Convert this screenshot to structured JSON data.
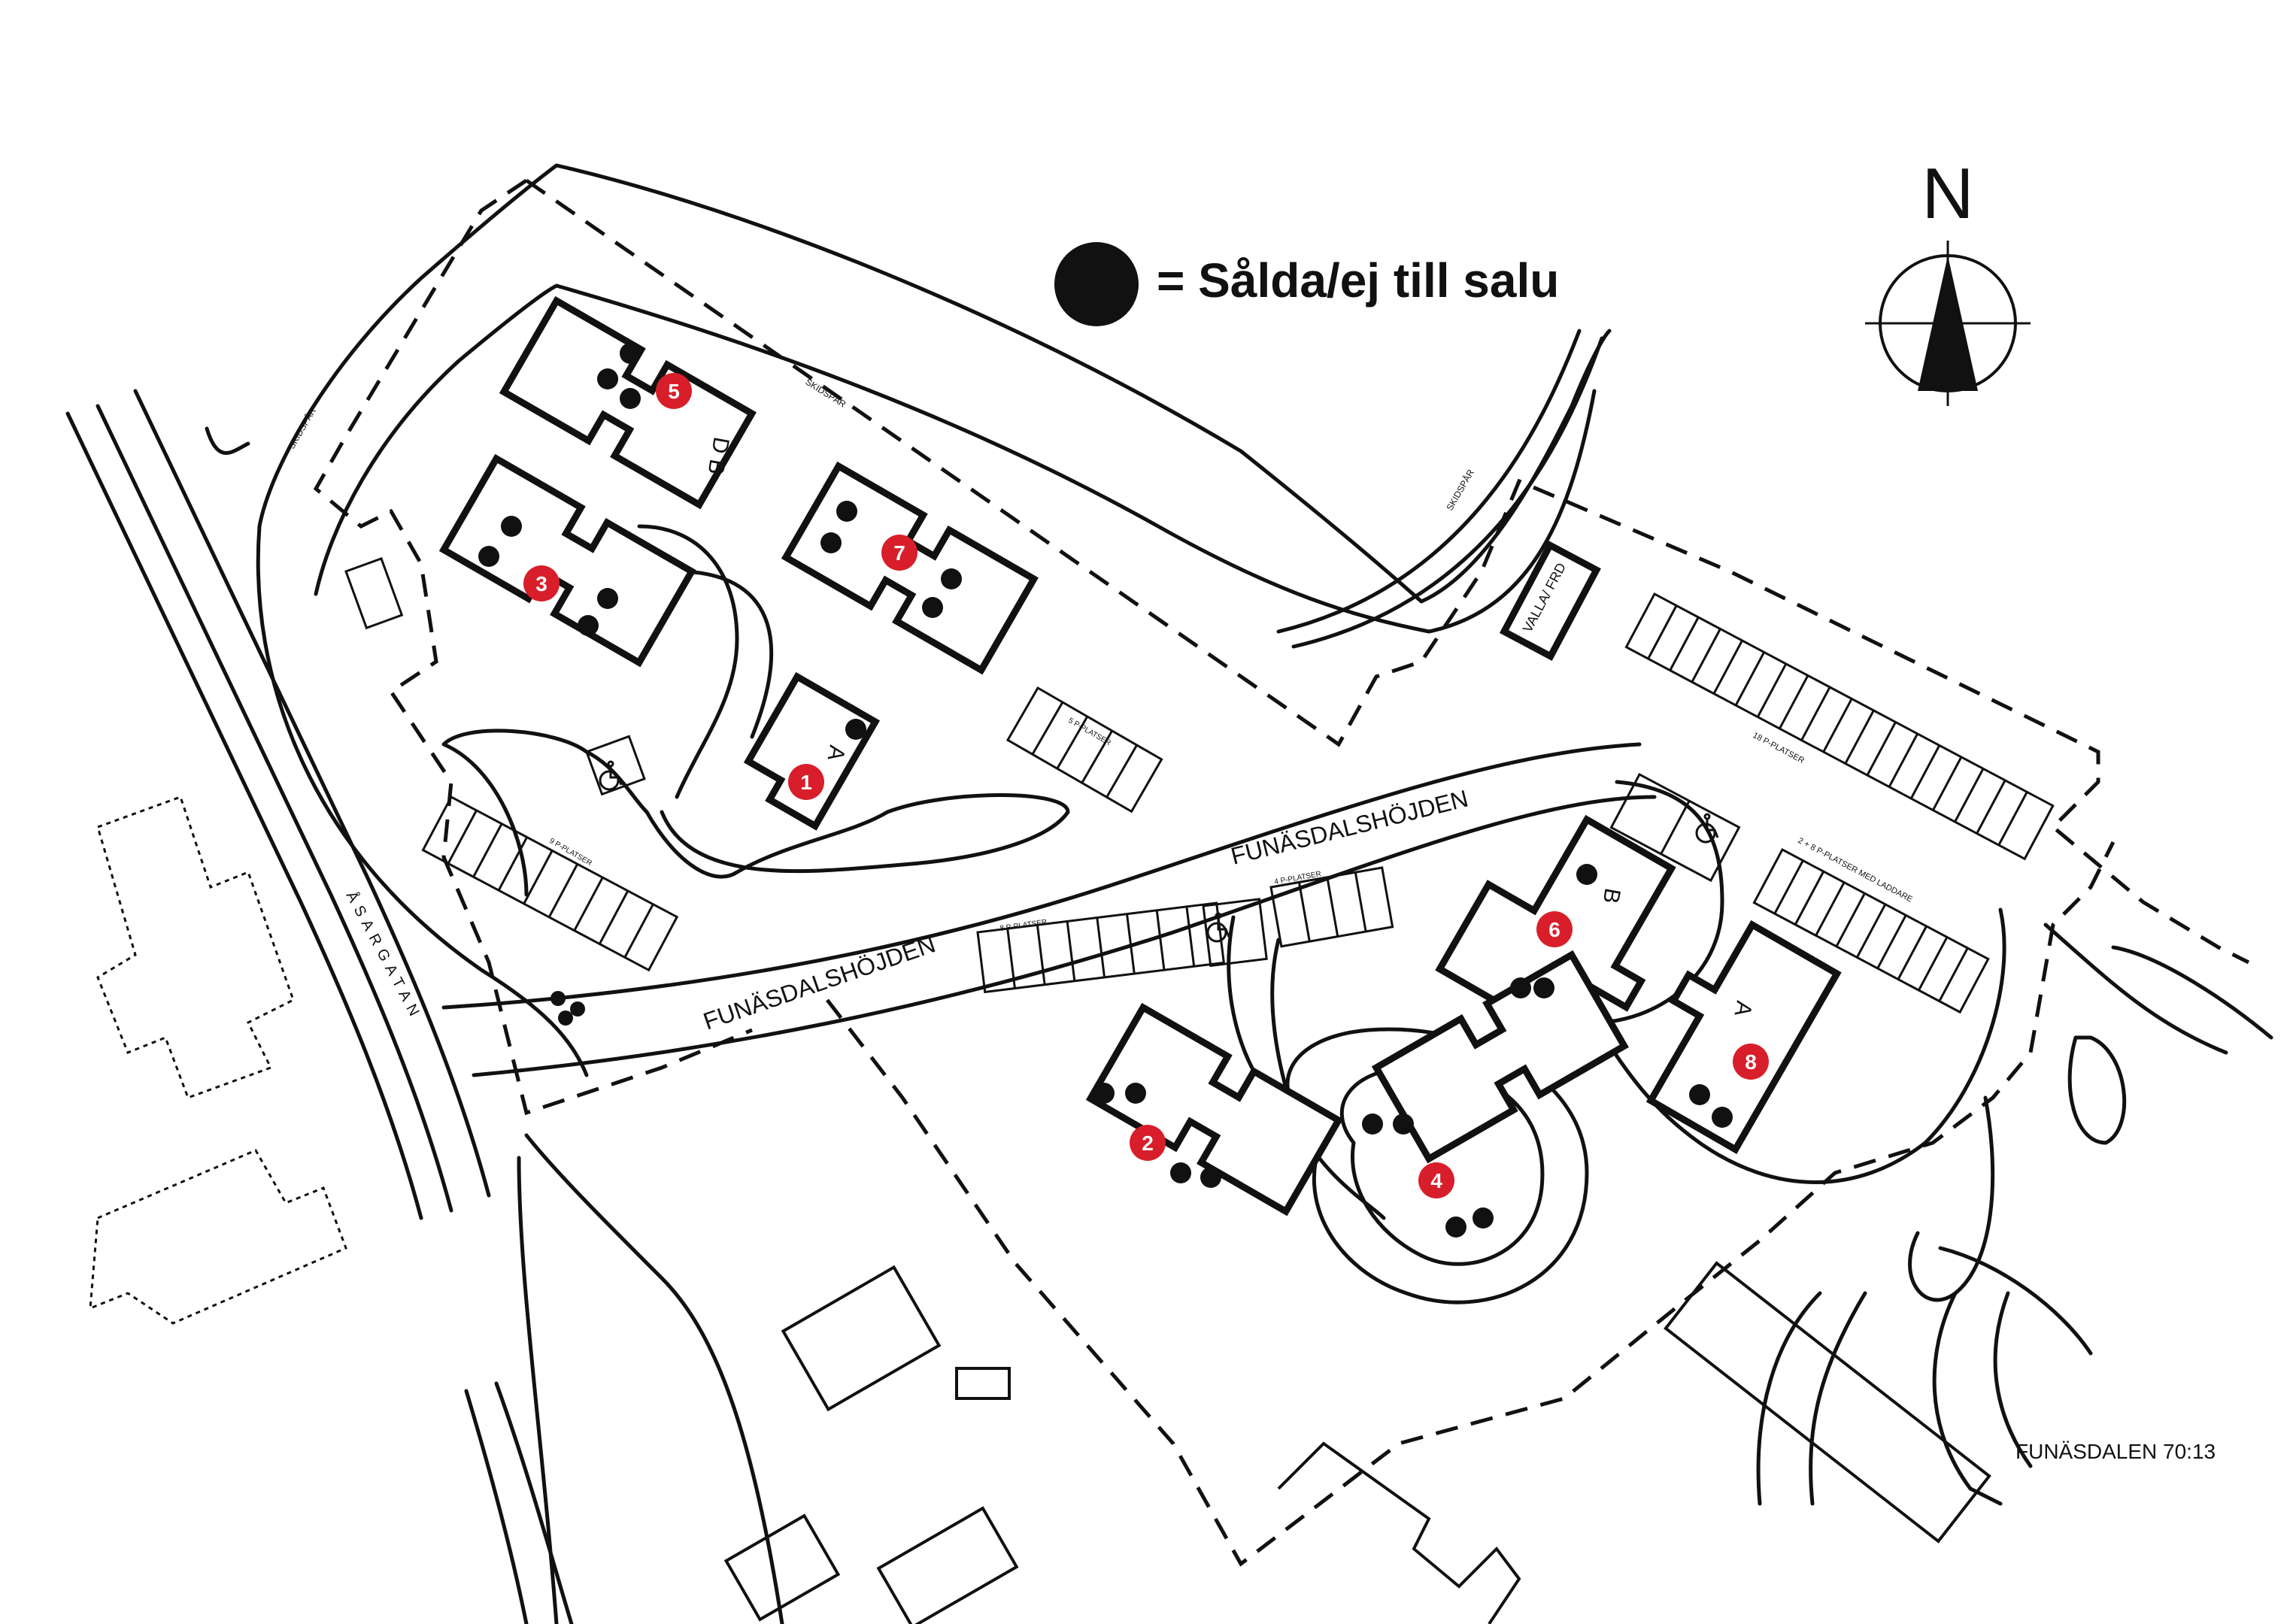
{
  "legend": {
    "label": "= Sålda/ej till salu"
  },
  "compass": {
    "label": "N"
  },
  "streets": {
    "funasdalshojden_1": "FUNÄSDALSHÖJDEN",
    "funasdalshojden_2": "FUNÄSDALSHÖJDEN",
    "asargatan": "ÅSARGATAN",
    "skidspar_1": "SKIDSPÅR",
    "skidspar_2": "SKIDSPÅR",
    "skidspar_3": "SKIDSPÅR"
  },
  "parking": {
    "p1": "9 P-PLATSER",
    "p2": "8 P-PLATSER",
    "p3": "5 P-PLATSER",
    "p4": "4 P-PLATSER",
    "p5": "18 P-PLATSER",
    "p6": "2 + 8 P-PLATSER MED LADDARE"
  },
  "buildings": [
    {
      "number": "1",
      "letter": "A"
    },
    {
      "number": "2"
    },
    {
      "number": "3"
    },
    {
      "number": "4"
    },
    {
      "number": "5",
      "letter": "D B"
    },
    {
      "number": "6",
      "letter": "B"
    },
    {
      "number": "7"
    },
    {
      "number": "8",
      "letter": "A"
    }
  ],
  "valla": "VALLA/ FRD",
  "plan_id": "FUNÄSDALEN 70:13",
  "colors": {
    "marker": "#d81e2a",
    "ink": "#111111",
    "background": "#ffffff"
  }
}
